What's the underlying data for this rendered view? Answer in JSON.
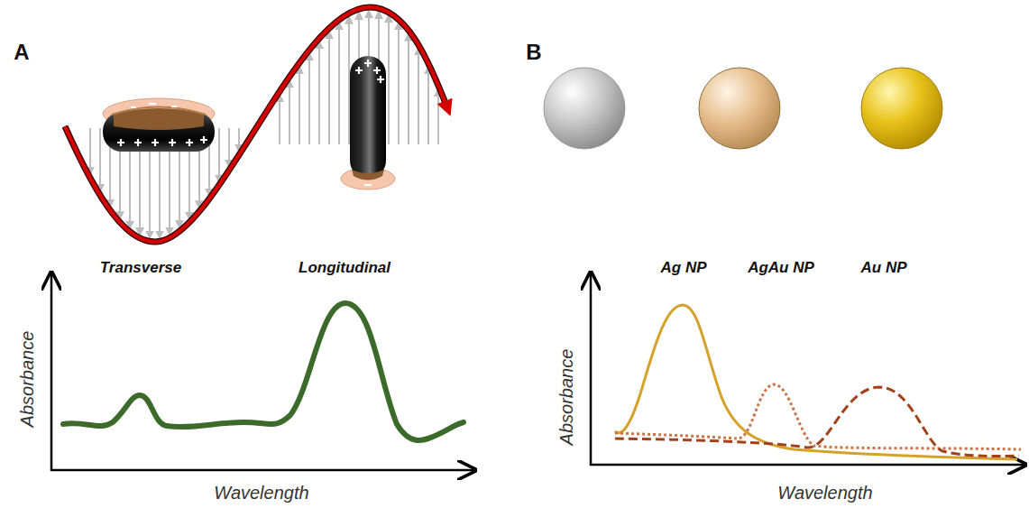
{
  "diagram": {
    "labels": [
      "A",
      "Transverse",
      "Longitudinal",
      "Absorbance",
      "Wavelength",
      "B",
      "Ag NP",
      "AgAu NP",
      "Au NP",
      "Absorbance",
      "Wavelength"
    ]
  }
}
